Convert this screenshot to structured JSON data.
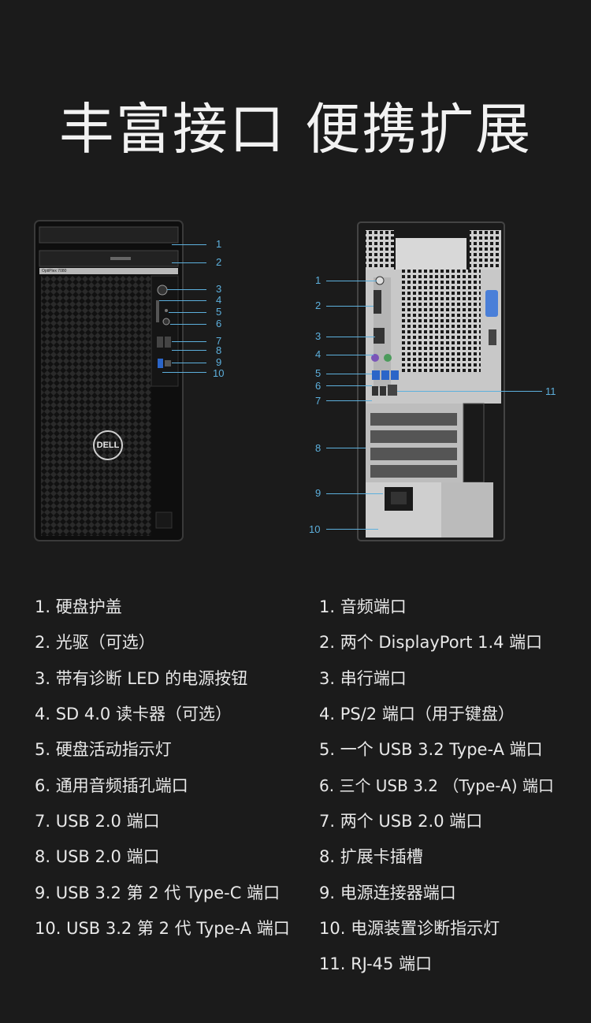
{
  "title": "丰富接口 便携扩展",
  "front": {
    "model_label": "OptiPlex 7080",
    "logo_text": "DELL",
    "callouts": [
      "1",
      "2",
      "3",
      "4",
      "5",
      "6",
      "7",
      "8",
      "9",
      "10"
    ]
  },
  "rear": {
    "callouts": [
      "1",
      "2",
      "3",
      "4",
      "5",
      "6",
      "7",
      "8",
      "9",
      "10",
      "11"
    ]
  },
  "front_specs": [
    "1. 硬盘护盖",
    "2. 光驱（可选）",
    "3. 带有诊断 LED 的电源按钮",
    "4. SD 4.0 读卡器（可选）",
    "5. 硬盘活动指示灯",
    "6. 通用音频插孔端口",
    "7. USB 2.0 端口",
    "8. USB 2.0 端口",
    "9. USB 3.2 第 2 代 Type-C 端口",
    "10. USB 3.2 第 2 代 Type-A 端口"
  ],
  "rear_specs": [
    "1. 音频端口",
    "2. 两个 DisplayPort 1.4 端口",
    "3. 串行端口",
    "4. PS/2 端口（用于键盘）",
    "5. 一个 USB 3.2 Type-A 端口",
    "6. 三个 USB 3.2 （Type-A) 端口",
    "7. 两个 USB 2.0 端口",
    "8. 扩展卡插槽",
    "9. 电源连接器端口",
    "10. 电源装置诊断指示灯",
    "11. RJ-45 端口"
  ],
  "colors": {
    "accent": "#5db0dd",
    "background": "#1b1b1b"
  }
}
